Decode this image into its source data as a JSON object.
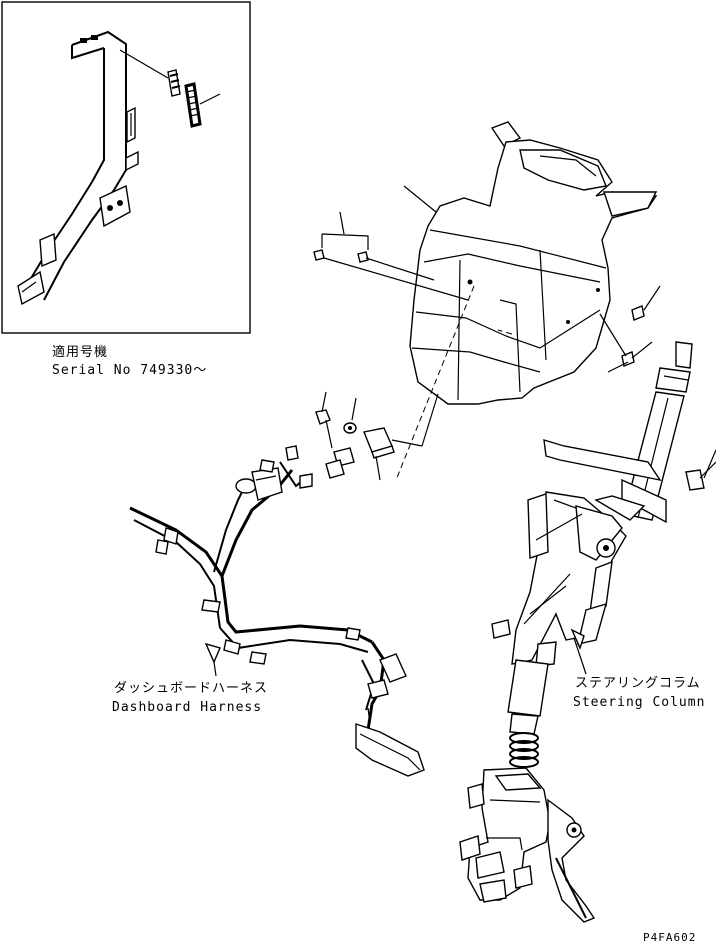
{
  "inset": {
    "applicability_jp": "適用号機",
    "serial_label": "Serial No 749330〜"
  },
  "labels": {
    "dashboard_harness_jp": "ダッシュボードハーネス",
    "dashboard_harness_en": "Dashboard Harness",
    "steering_column_jp": "ステアリングコラム",
    "steering_column_en": "Steering Column"
  },
  "figure_code": "P4FA602"
}
